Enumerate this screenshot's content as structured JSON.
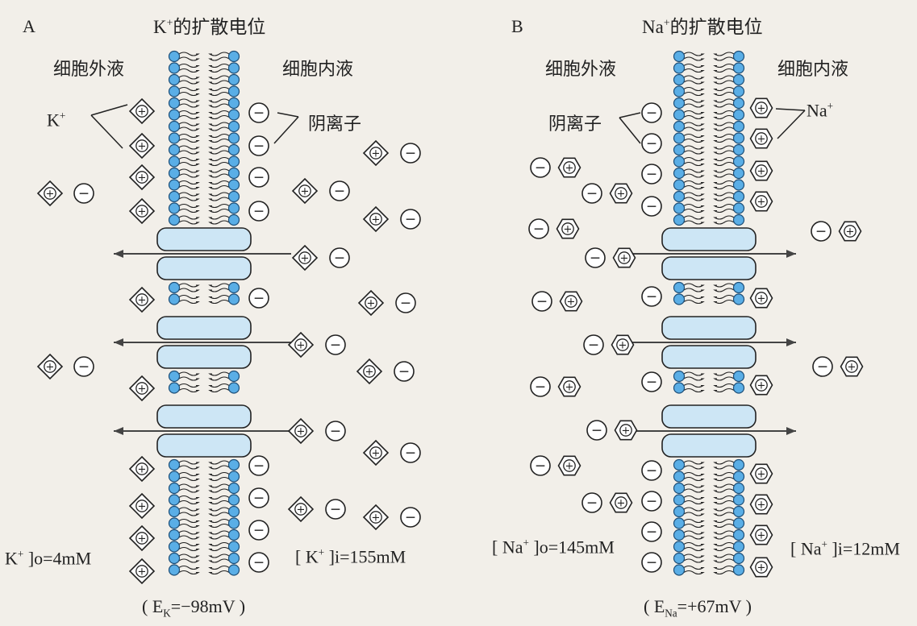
{
  "panelA": {
    "letter": "A",
    "title_ion": "K",
    "title_charge": "+",
    "title_text": "的扩散电位",
    "outside_label": "细胞外液",
    "inside_label": "细胞内液",
    "ion_label": "K",
    "ion_charge": "+",
    "anion_label": "阴离子",
    "conc_out_prefix": "K",
    "conc_out_charge": "+",
    "conc_out_suffix": " ]o=4mM",
    "conc_in_prefix": "[ K",
    "conc_in_charge": "+",
    "conc_in_suffix": " ]i=155mM",
    "potential_open": "( E",
    "potential_sub": "K",
    "potential_value": "=−98mV )"
  },
  "panelB": {
    "letter": "B",
    "title_ion": "Na",
    "title_charge": "+",
    "title_text": "的扩散电位",
    "outside_label": "细胞外液",
    "inside_label": "细胞内液",
    "ion_label": "Na",
    "ion_charge": "+",
    "anion_label": "阴离子",
    "conc_out_prefix": "[ Na",
    "conc_out_charge": "+",
    "conc_out_suffix": " ]o=145mM",
    "conc_in_prefix": "[ Na",
    "conc_in_charge": "+",
    "conc_in_suffix": " ]i=12mM",
    "potential_open": "( E",
    "potential_sub": "Na",
    "potential_value": "=+67mV )"
  },
  "colors": {
    "background": "#f2efe9",
    "lipid_head": "#5aaee6",
    "channel_fill": "#cde6f5",
    "ink": "#222222"
  },
  "symbols": {
    "cation": "+",
    "anion": "−"
  }
}
